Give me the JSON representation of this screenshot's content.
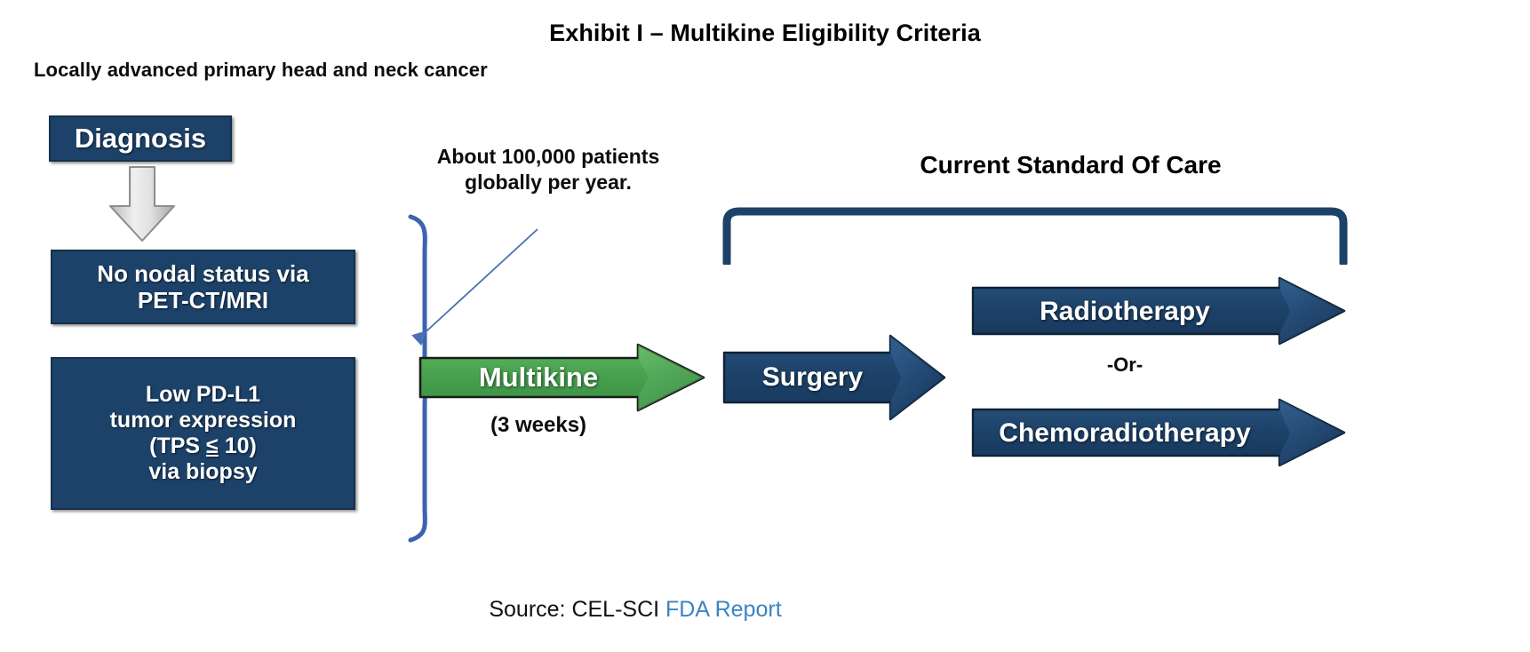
{
  "title": "Exhibit I – Multikine Eligibility Criteria",
  "subtitle": "Locally advanced primary head and neck cancer",
  "eligibility": {
    "diagnosis_label": "Diagnosis",
    "criteria": [
      {
        "line1": "No nodal status via",
        "line2": "PET-CT/MRI"
      },
      {
        "line1": "Low PD-L1",
        "line2": "tumor expression",
        "line3_pre": "(TPS ",
        "line3_op": "≤",
        "line3_post": " 10)",
        "line4": "via biopsy"
      }
    ]
  },
  "annotation": {
    "line1": "About 100,000 patients",
    "line2": "globally per year."
  },
  "treatment": {
    "multikine_label": "Multikine",
    "multikine_duration": "(3 weeks)",
    "surgery_label": "Surgery"
  },
  "standard_of_care": {
    "heading": "Current Standard Of Care",
    "option_1": "Radiotherapy",
    "separator": "-Or-",
    "option_2": "Chemoradiotherapy"
  },
  "footer": {
    "source_prefix": "Source: CEL-SCI ",
    "source_link": "FDA Report"
  },
  "colors": {
    "navy": "#1d4269",
    "navy_border": "#16304a",
    "green": "#4aa050",
    "brace_blue": "#3b63b0",
    "link_blue": "#3b84c4"
  }
}
